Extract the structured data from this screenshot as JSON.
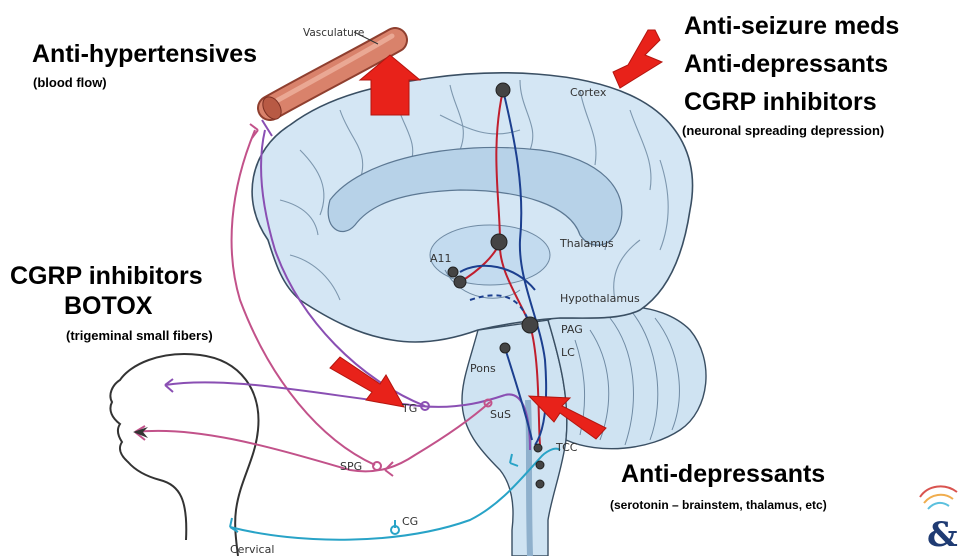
{
  "diagram": {
    "labels": {
      "vasculature": "Vasculature",
      "cortex": "Cortex",
      "thalamus": "Thalamus",
      "a11": "A11",
      "hypothalamus": "Hypothalamus",
      "pag": "PAG",
      "lc": "LC",
      "pons": "Pons",
      "tg": "TG",
      "sus": "SuS",
      "tcc": "TCC",
      "spg": "SPG",
      "cg": "CG",
      "cervical": "Cervical"
    },
    "colors": {
      "brain_fill": "#cfe3f2",
      "brain_outline": "#3a4f63",
      "vessel": "#d9826b",
      "arrow": "#e8221a",
      "nerve_blue": "#1c3f8f",
      "nerve_red": "#c01e2d",
      "nerve_purple": "#8a4fb3",
      "nerve_pink": "#c2528a",
      "nerve_cyan": "#28a3c7"
    }
  },
  "annotations": {
    "anti_hypertensives": {
      "title": "Anti-hypertensives",
      "note": "(blood flow)"
    },
    "cortex_meds": {
      "line1": "Anti-seizure meds",
      "line2": "Anti-depressants",
      "line3": "CGRP inhibitors",
      "note": "(neuronal spreading depression)"
    },
    "trigeminal": {
      "line1": "CGRP inhibitors",
      "line2": "BOTOX",
      "note": "(trigeminal small fibers)"
    },
    "serotonin": {
      "title": "Anti-depressants",
      "note": "(serotonin – brainstem, thalamus, etc)"
    }
  },
  "logo": {
    "symbol": "&",
    "icon": "ampersand-logo-icon"
  }
}
